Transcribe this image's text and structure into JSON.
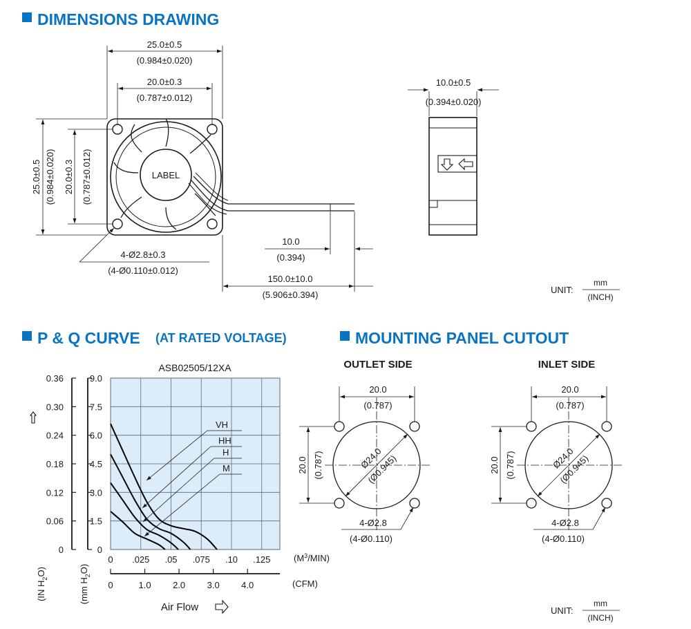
{
  "colors": {
    "accent": "#0a74c4",
    "chart_bg": "#dcecf8",
    "grid": "#5a6a7a"
  },
  "sections": {
    "dimensions": {
      "title": "DIMENSIONS DRAWING"
    },
    "pq": {
      "title": "P & Q CURVE",
      "subtitle": "(AT RATED VOLTAGE)"
    },
    "mounting": {
      "title": "MOUNTING PANEL CUTOUT"
    }
  },
  "dimensions": {
    "outer_width": "25.0±0.5",
    "outer_width_in": "(0.984±0.020)",
    "hole_width": "20.0±0.3",
    "hole_width_in": "(0.787±0.012)",
    "outer_height": "25.0±0.5",
    "outer_height_in": "(0.984±0.020)",
    "hole_height": "20.0±0.3",
    "hole_height_in": "(0.787±0.012)",
    "label": "LABEL",
    "holes": "4-Ø2.8±0.3",
    "holes_in": "(4-Ø0.110±0.012)",
    "strip": "10.0",
    "strip_in": "(0.394)",
    "lead": "150.0±10.0",
    "lead_in": "(5.906±0.394)",
    "depth": "10.0±0.5",
    "depth_in": "(0.394±0.020)",
    "unit_label": "UNIT:",
    "unit_mm": "mm",
    "unit_inch": "(INCH)"
  },
  "chart_data": {
    "type": "line",
    "title": "ASB02505/12XA",
    "y_left_label": "(IN H2O)",
    "y_left_ticks": [
      "0.36",
      "0.30",
      "0.24",
      "0.18",
      "0.12",
      "0.06",
      "0"
    ],
    "y_right_label": "(mm H2O)",
    "y_right_ticks": [
      "9.0",
      "7.5",
      "6.0",
      "4.5",
      "3.0",
      "1.5",
      "0"
    ],
    "x_top_label": "(M3/MIN)",
    "x_top_ticks": [
      "0",
      ".025",
      ".05",
      ".075",
      ".10",
      ".125"
    ],
    "x_bottom_label": "(CFM)",
    "x_bottom_ticks": [
      "0",
      "1.0",
      "2.0",
      "3.0",
      "4.0"
    ],
    "xlabel": "Air Flow",
    "xlim": [
      0,
      0.14
    ],
    "ylim": [
      0,
      9.0
    ],
    "grid": true,
    "series": [
      {
        "name": "VH",
        "x": [
          0,
          0.01,
          0.02,
          0.03,
          0.04,
          0.05,
          0.06,
          0.07,
          0.08,
          0.088
        ],
        "y": [
          6.6,
          5.2,
          3.8,
          2.5,
          1.6,
          1.25,
          1.1,
          0.95,
          0.55,
          0
        ]
      },
      {
        "name": "HH",
        "x": [
          0,
          0.01,
          0.02,
          0.03,
          0.04,
          0.05,
          0.06,
          0.066
        ],
        "y": [
          5.0,
          3.8,
          2.6,
          1.6,
          1.1,
          0.85,
          0.4,
          0
        ]
      },
      {
        "name": "H",
        "x": [
          0,
          0.01,
          0.02,
          0.03,
          0.04,
          0.05,
          0.056
        ],
        "y": [
          3.5,
          2.6,
          1.7,
          1.05,
          0.75,
          0.35,
          0
        ]
      },
      {
        "name": "M",
        "x": [
          0,
          0.01,
          0.02,
          0.03,
          0.04,
          0.045
        ],
        "y": [
          2.0,
          1.45,
          0.85,
          0.55,
          0.25,
          0
        ]
      }
    ]
  },
  "mounting": {
    "outlet": {
      "title": "OUTLET SIDE",
      "width": "20.0",
      "width_in": "(0.787)",
      "height": "20.0",
      "height_in": "(0.787)",
      "dia": "Ø24.0",
      "dia_in": "(Ø0.945)",
      "holes": "4-Ø2.8",
      "holes_in": "(4-Ø0.110)"
    },
    "inlet": {
      "title": "INLET SIDE",
      "width": "20.0",
      "width_in": "(0.787)",
      "height": "20.0",
      "height_in": "(0.787)",
      "dia": "Ø24.0",
      "dia_in": "(Ø0.945)",
      "holes": "4-Ø2.8",
      "holes_in": "(4-Ø0.110)"
    }
  }
}
